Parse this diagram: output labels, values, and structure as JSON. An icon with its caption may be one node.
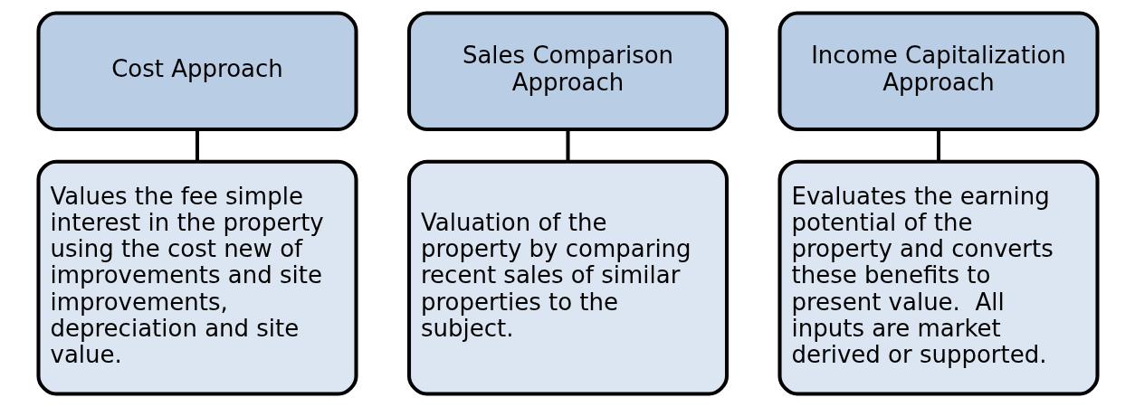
{
  "diagram": {
    "nodes": [
      {
        "text": [
          "Cost Approach"
        ]
      },
      {
        "text": [
          "Values the fee simple interest in the property using the cost new of improvements and site improvements, depreciation and site value."
        ]
      },
      {
        "text": [
          "Sales Comparison Approach"
        ]
      },
      {
        "text": [
          "Valuation of the property by comparing recent sales of similar properties to the subject."
        ]
      },
      {
        "text": [
          "Income Capitalization Approach"
        ]
      },
      {
        "text": [
          "Evaluates the earning potential of the property and converts these benefits to present value.  All inputs are market derived or supported."
        ]
      }
    ],
    "edges": [
      {
        "from": 0,
        "to": 1,
        "arrow": "none"
      },
      {
        "from": 2,
        "to": 3,
        "arrow": "none"
      },
      {
        "from": 4,
        "to": 5,
        "arrow": "none"
      }
    ]
  }
}
